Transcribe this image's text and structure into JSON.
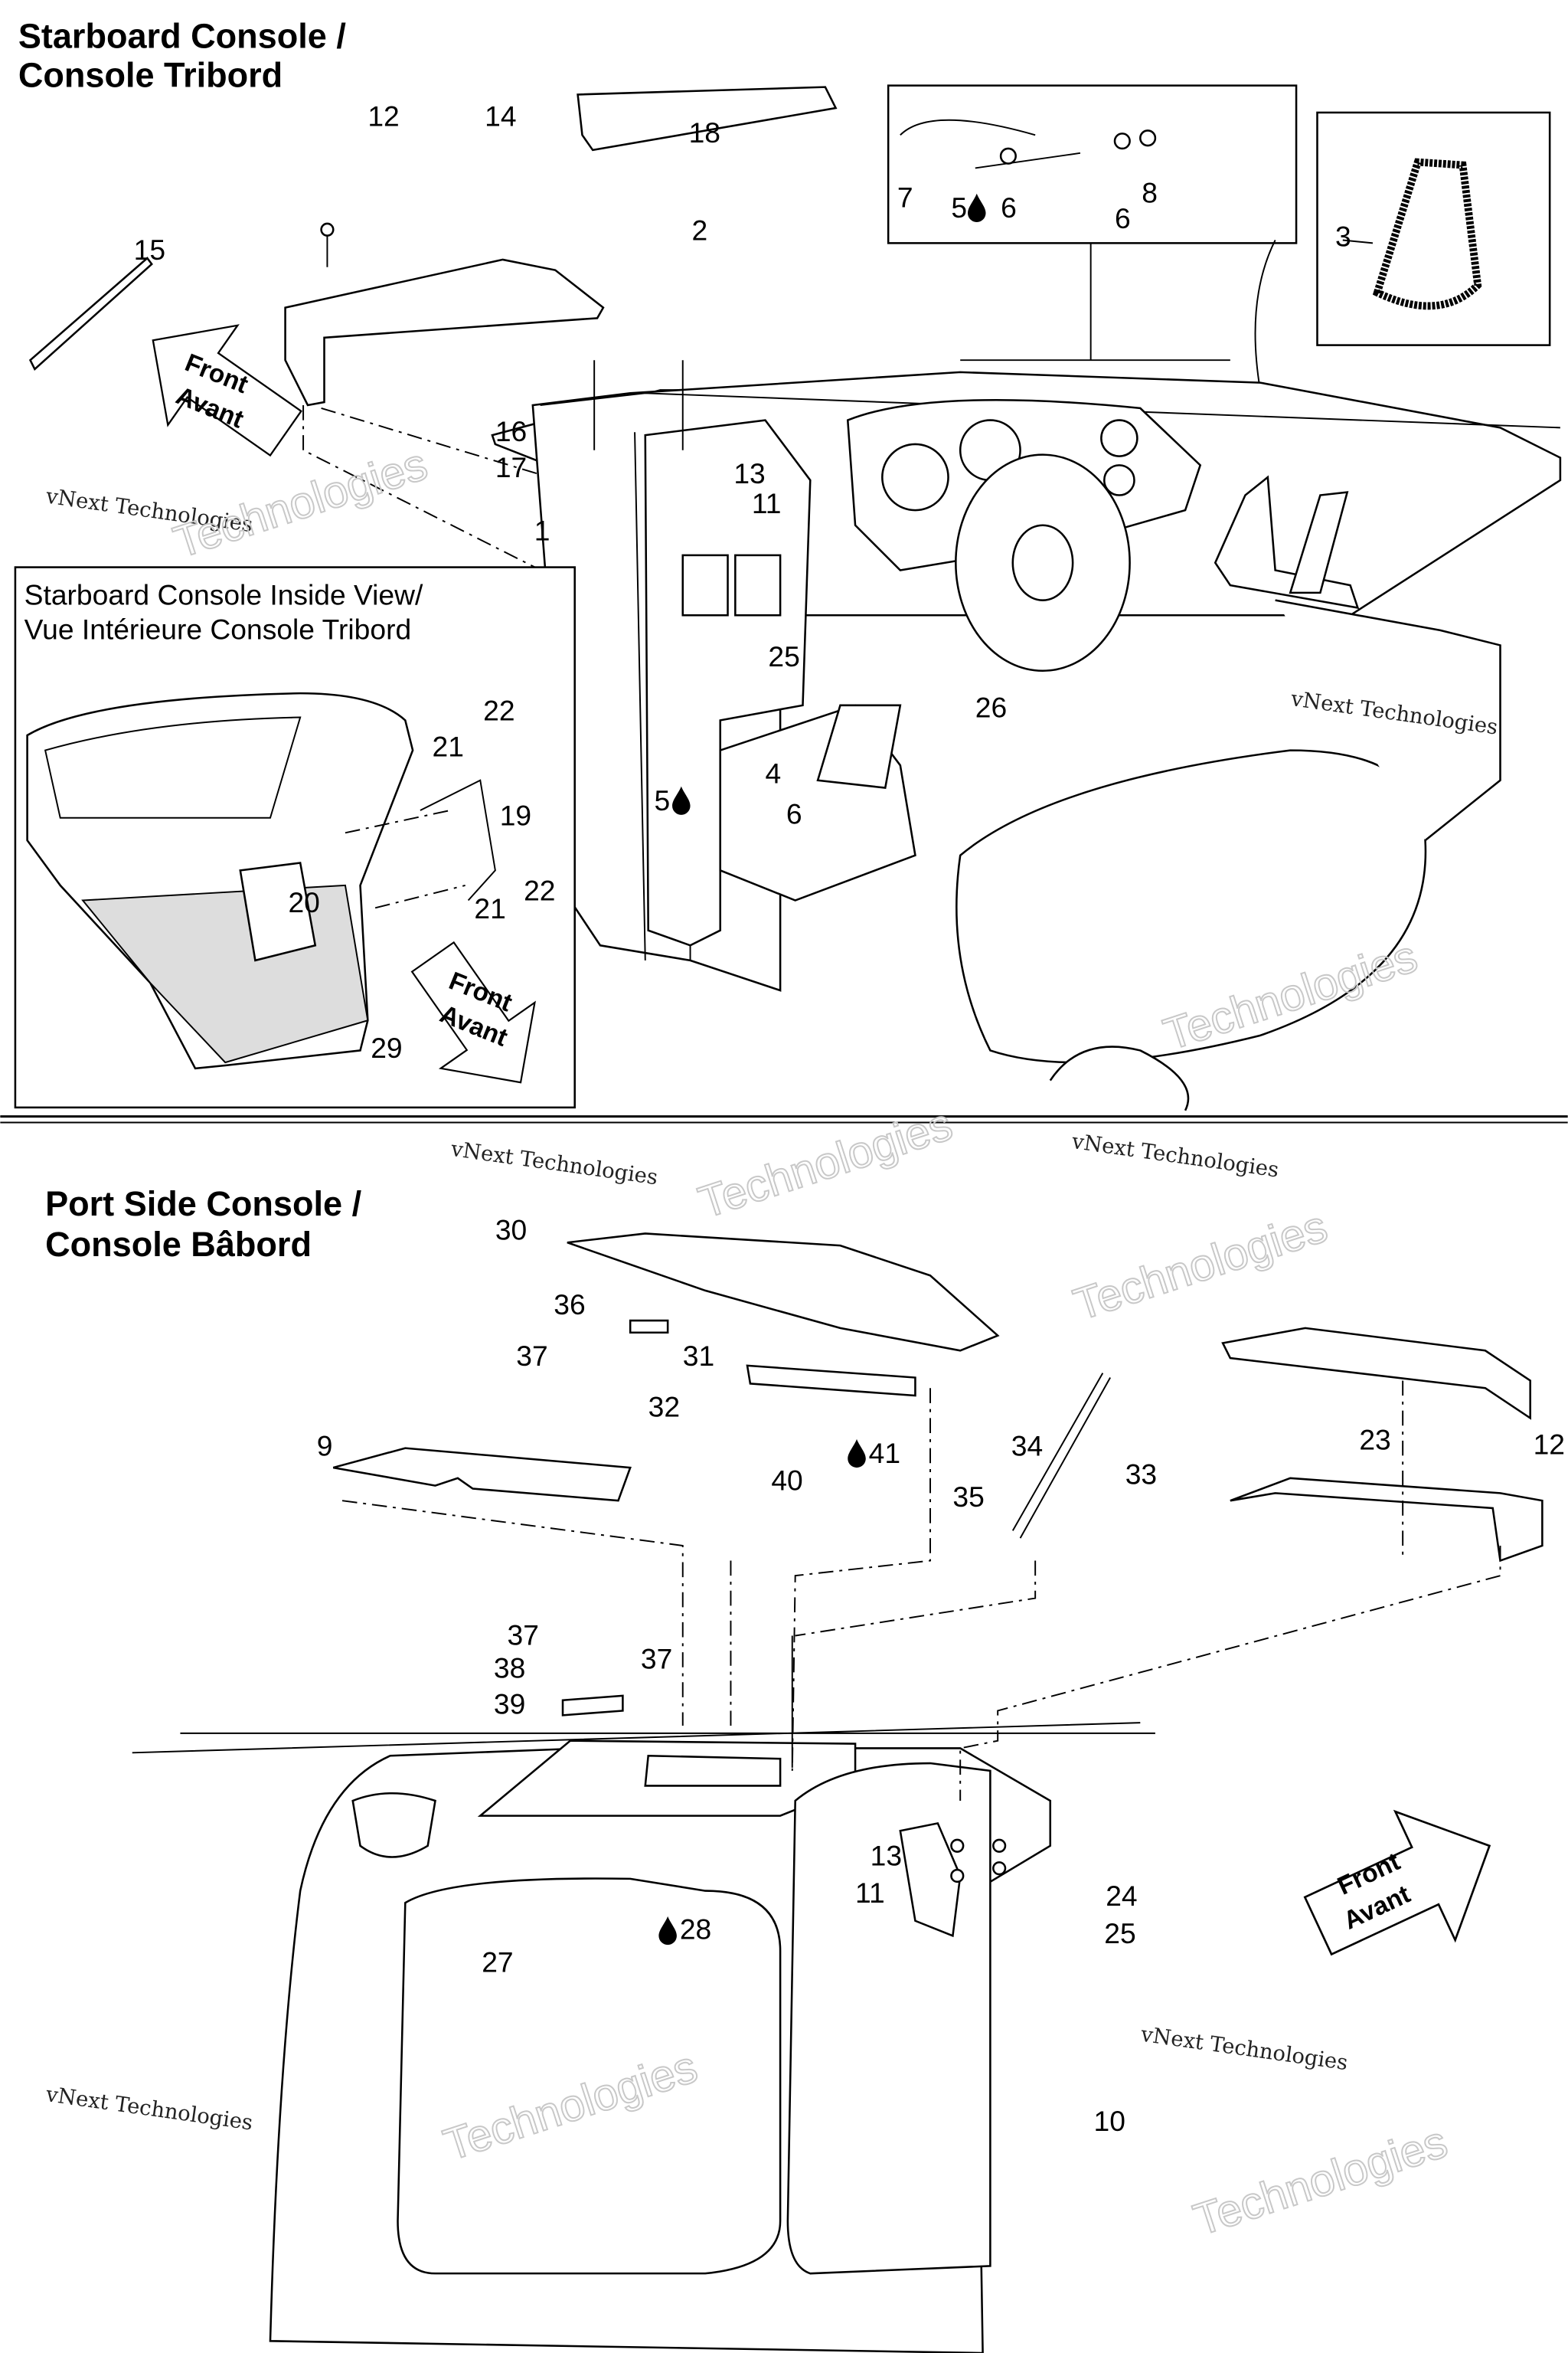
{
  "starboard": {
    "title_line1": "Starboard Console /",
    "title_line2": "Console Tribord",
    "inset_title_line1": "Starboard Console Inside View/",
    "inset_title_line2": "Vue Intérieure Console Tribord",
    "callouts": [
      "12",
      "14",
      "18",
      "15",
      "2",
      "7",
      "5",
      "6",
      "6",
      "8",
      "3",
      "16",
      "17",
      "13",
      "11",
      "1",
      "25",
      "26",
      "4",
      "5",
      "6"
    ],
    "inset_callouts": [
      "22",
      "21",
      "19",
      "20",
      "21",
      "22",
      "29"
    ]
  },
  "port": {
    "title_line1": "Port Side Console /",
    "title_line2": "Console Bâbord",
    "callouts": [
      "30",
      "36",
      "37",
      "31",
      "32",
      "9",
      "40",
      "41",
      "34",
      "33",
      "35",
      "23",
      "12",
      "37",
      "38",
      "39",
      "37",
      "13",
      "11",
      "24",
      "25",
      "27",
      "28",
      "10"
    ]
  },
  "front_arrow": {
    "line1": "Front",
    "line2": "Avant"
  },
  "watermark": {
    "line1": "vNext Technologies",
    "line2": "vNext",
    "line3": "Technologies"
  },
  "icons": {
    "sealant": "drop-icon"
  }
}
